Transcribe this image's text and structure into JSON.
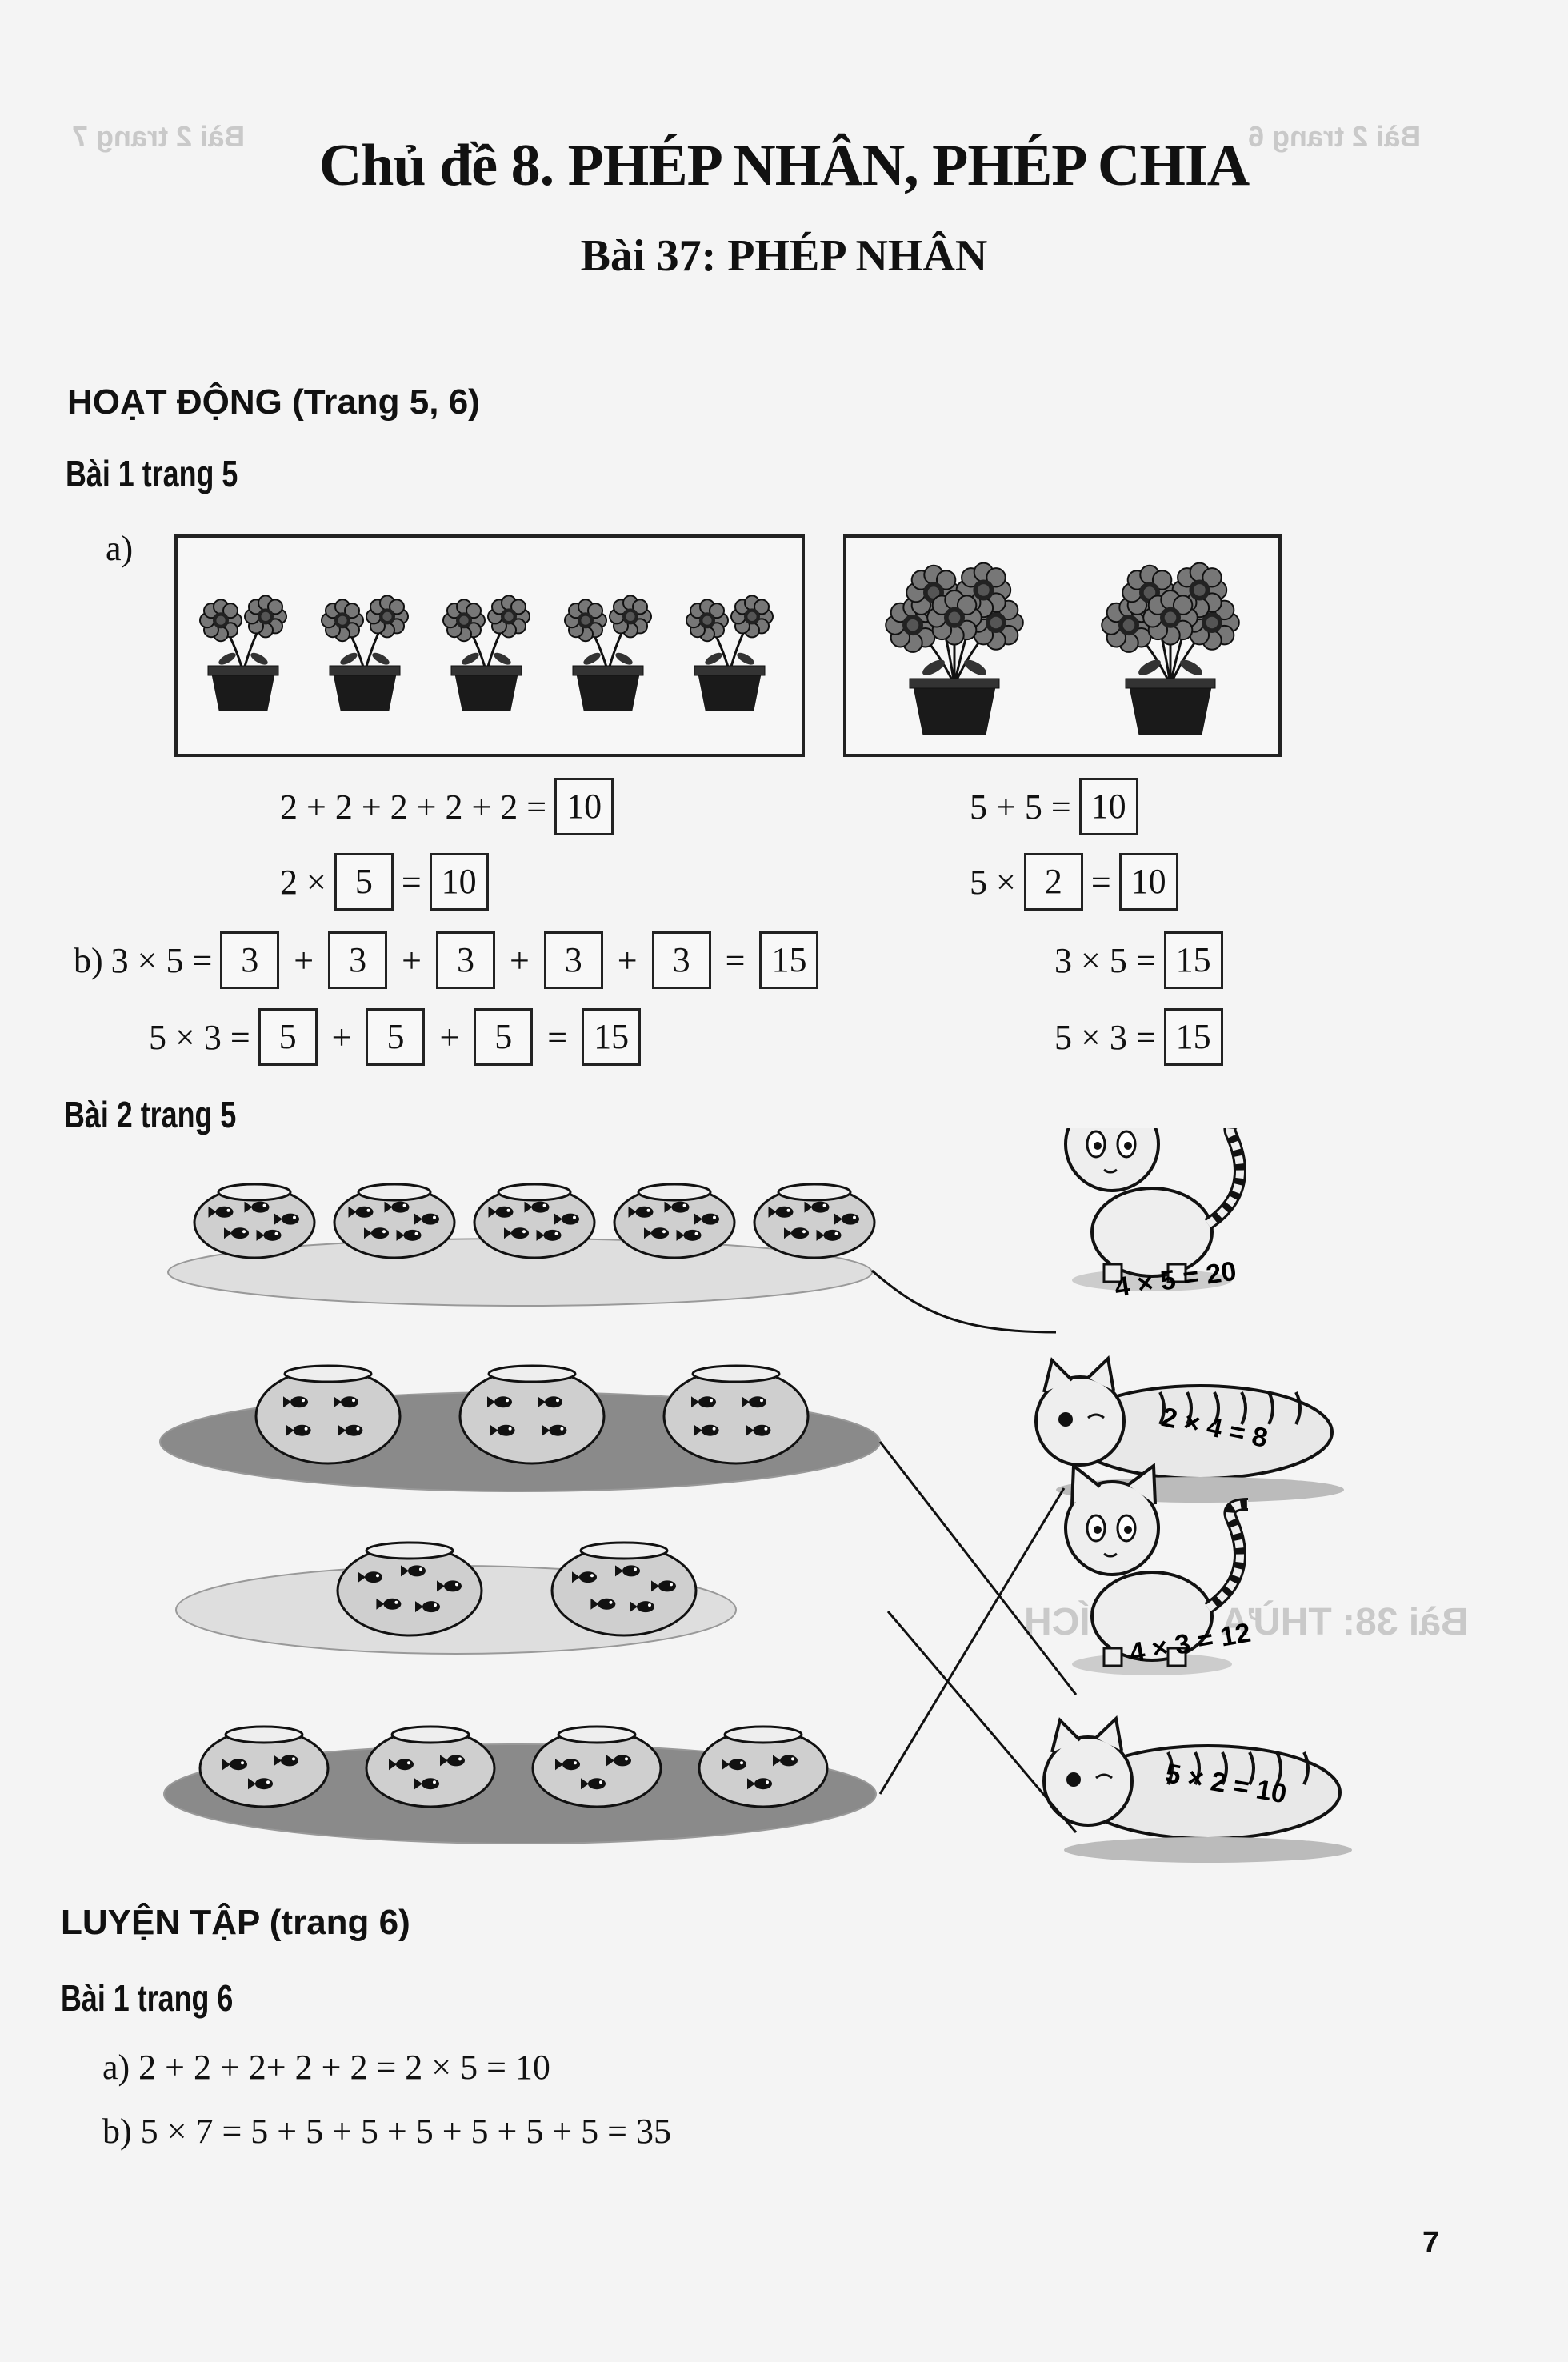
{
  "header": {
    "chapter_title": "Chủ đề 8. PHÉP NHÂN, PHÉP CHIA",
    "lesson_title": "Bài 37: PHÉP NHÂN"
  },
  "section_hoat_dong": {
    "heading": "HOẠT ĐỘNG (Trang 5, 6)",
    "bai1_title": "Bài 1 trang 5",
    "part_a_label": "a)",
    "left_panel_pots": 5,
    "right_panel_pots": 2,
    "left": {
      "row1": {
        "expr": "2 + 2 + 2 + 2 + 2 =",
        "answer": "10"
      },
      "row2": {
        "a": "2 ×",
        "b": "5",
        "eq": "=",
        "answer": "10"
      }
    },
    "right": {
      "row1": {
        "expr": "5 + 5 =",
        "answer": "10"
      },
      "row2": {
        "a": "5 ×",
        "b": "2",
        "eq": "=",
        "answer": "10"
      }
    },
    "part_b": {
      "label": "b)",
      "line1": {
        "expr": "3 × 5 =",
        "terms": [
          "3",
          "3",
          "3",
          "3",
          "3"
        ],
        "plus": "+",
        "eq": "=",
        "answer": "15"
      },
      "line2": {
        "expr": "5 × 3 =",
        "terms": [
          "5",
          "5",
          "5"
        ],
        "plus": "+",
        "eq": "=",
        "answer": "15"
      },
      "right1": {
        "expr": "3 × 5 =",
        "answer": "15"
      },
      "right2": {
        "expr": "5 × 3 =",
        "answer": "15"
      }
    },
    "bai2_title": "Bài 2 trang 5",
    "cats": [
      "4 × 5 = 20",
      "2 × 4 = 8",
      "4 × 3 = 12",
      "5 × 2 = 10"
    ],
    "bowl_rows": [
      5,
      3,
      2,
      4
    ]
  },
  "section_luyen_tap": {
    "heading": "LUYỆN TẬP (trang 6)",
    "bai1_title": "Bài 1 trang 6",
    "line_a": "a) 2 + 2 + 2+ 2 + 2 = 2 × 5 = 10",
    "line_b": "b) 5 × 7 = 5 + 5 + 5 + 5 + 5 + 5 + 5 = 35"
  },
  "footer": {
    "page_number": "7"
  },
  "colors": {
    "ink": "#111111",
    "paper": "#f4f4f4",
    "plate": "#8a8a8a",
    "ghost": "#c9c9c9"
  }
}
